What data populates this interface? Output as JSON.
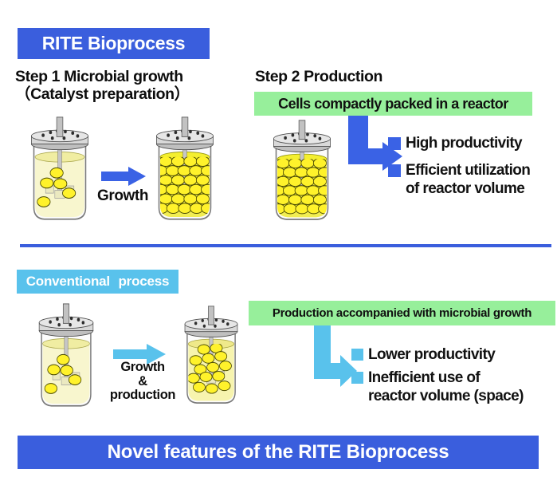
{
  "title": "RITE Bioprocess",
  "colors": {
    "primary_blue": "#3A5EDD",
    "light_blue": "#59C2EC",
    "light_green": "#97EF9B",
    "cell_yellow": "#FFF22B"
  },
  "step1": {
    "heading_line1": "Step 1 Microbial growth",
    "heading_line2": "（Catalyst preparation）",
    "arrow_label": "Growth"
  },
  "step2": {
    "heading": "Step 2 Production",
    "green_note": "Cells compactly packed in a reactor",
    "benefits": [
      "High productivity",
      "Efficient utilization\nof reactor volume"
    ]
  },
  "conventional": {
    "banner": "Conventional process",
    "arrow_label": "Growth\n&\nproduction",
    "green_note": "Production accompanied with microbial growth",
    "drawbacks": [
      "Lower productivity",
      "Inefficient use of\nreactor volume (space)"
    ]
  },
  "footer": "Novel features of the RITE Bioprocess",
  "reactors": {
    "step1_before": {
      "fill": "few"
    },
    "step1_after": {
      "fill": "packed"
    },
    "step2_reactor": {
      "fill": "packed"
    },
    "conv_before": {
      "fill": "few"
    },
    "conv_after": {
      "fill": "medium"
    }
  }
}
